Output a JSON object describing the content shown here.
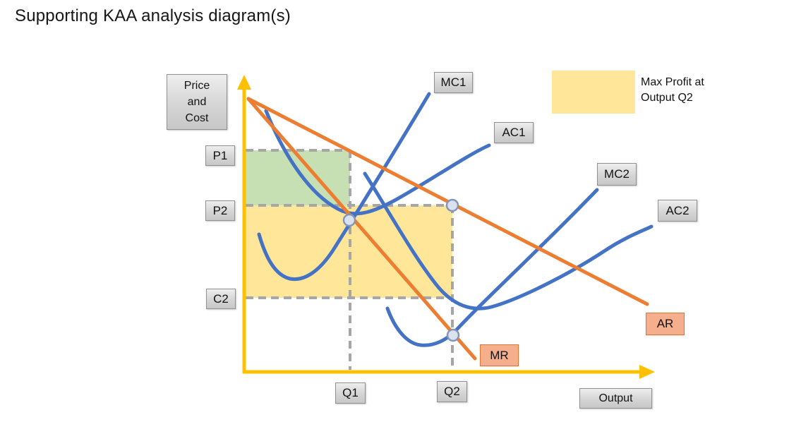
{
  "title": "Supporting KAA analysis diagram(s)",
  "legend": {
    "line1": "Max Profit at",
    "line2": "Output Q2",
    "swatch_color": "#FFE699"
  },
  "labels": {
    "axis_y": [
      "Price",
      "and",
      "Cost"
    ],
    "p1": "P1",
    "p2": "P2",
    "c2": "C2",
    "q1": "Q1",
    "q2": "Q2",
    "mc1": "MC1",
    "ac1": "AC1",
    "mc2": "MC2",
    "ac2": "AC2",
    "mr": "MR",
    "ar": "AR",
    "output": "Output"
  },
  "colors": {
    "axis_gold": "#FFC000",
    "cost_curve_blue": "#4472C4",
    "revenue_line_orange": "#ED7D31",
    "max_profit_area_yellow": "#FFE699",
    "q1_profit_area_green": "#C6E0B4",
    "dashed_guide_gray": "#A6A6A6",
    "gray_label_fill": "#D6D6D6",
    "revenue_label_fill": "#F5AF8C",
    "marker_fill": "#DAE1EF",
    "marker_border": "#8496B8"
  },
  "diagram": {
    "type": "monopoly cost-and-revenue diagram (two cost structures)",
    "curves": [
      {
        "label": "MC1",
        "shape": "j-curve",
        "color": "#4472C4"
      },
      {
        "label": "AC1",
        "shape": "u-curve",
        "color": "#4472C4"
      },
      {
        "label": "MC2",
        "shape": "j-curve",
        "color": "#4472C4"
      },
      {
        "label": "AC2",
        "shape": "u-curve",
        "color": "#4472C4"
      },
      {
        "label": "AR",
        "shape": "straight downward line",
        "color": "#ED7D31"
      },
      {
        "label": "MR",
        "shape": "steeper straight downward line",
        "color": "#ED7D31"
      }
    ],
    "guide_lines": [
      "P1",
      "P2",
      "C2",
      "Q1",
      "Q2"
    ],
    "shaded_areas": [
      {
        "bounds": "P1–P2 by 0–Q1",
        "color": "#C6E0B4"
      },
      {
        "bounds": "P2–C2 by 0–Q2",
        "color": "#FFE699"
      }
    ],
    "markers": [
      {
        "at": "Q1, MR ∩ MC1"
      },
      {
        "at": "Q2, on AR at P2"
      },
      {
        "at": "Q2, MR ∩ MC2"
      }
    ]
  }
}
